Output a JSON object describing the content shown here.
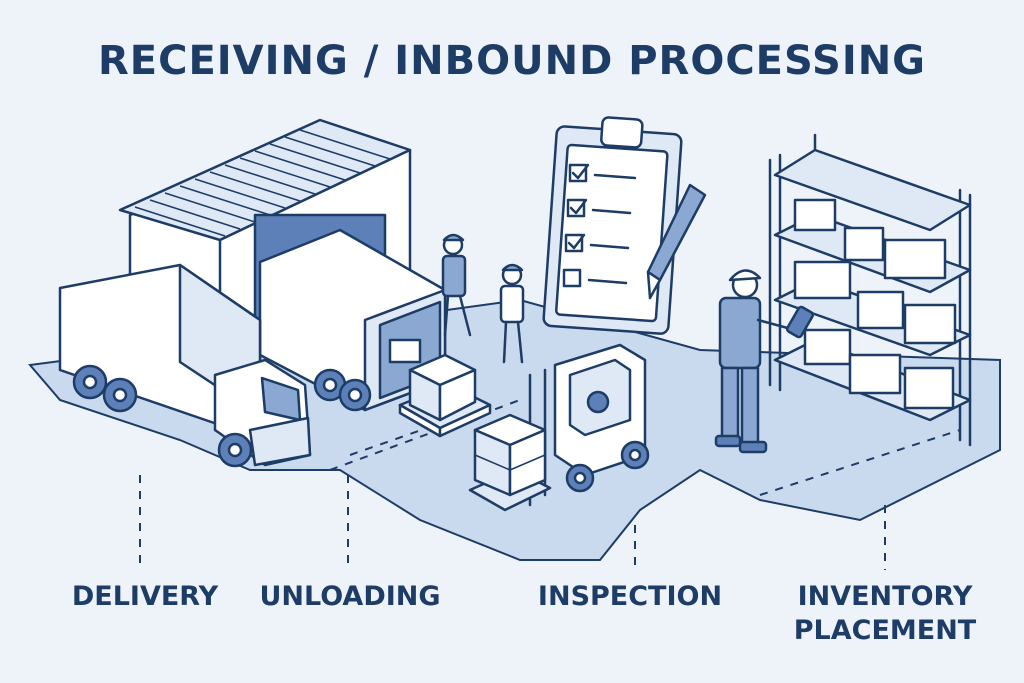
{
  "title": "RECEIVING / INBOUND PROCESSING",
  "stages": [
    {
      "id": "delivery",
      "lines": [
        "DELIVERY"
      ]
    },
    {
      "id": "unloading",
      "lines": [
        "UNLOADING"
      ]
    },
    {
      "id": "inspection",
      "lines": [
        "INSPECTION"
      ]
    },
    {
      "id": "inventory-placement",
      "lines": [
        "INVENTORY",
        "PLACEMENT"
      ]
    }
  ],
  "colors": {
    "background": "#eef3fa",
    "floor": "#c9d9ee",
    "line": "#1d3c66",
    "fill_light": "#ffffff",
    "fill_mid": "#dfe8f5",
    "fill_blue": "#8aa8d2",
    "fill_dark": "#5d80b8"
  },
  "icons": [
    "warehouse-icon",
    "truck-icon",
    "worker-icon",
    "forklift-icon",
    "clipboard-checklist-icon",
    "pen-icon",
    "shelving-icon",
    "barcode-scanner-icon",
    "pallet-icon",
    "box-icon"
  ]
}
